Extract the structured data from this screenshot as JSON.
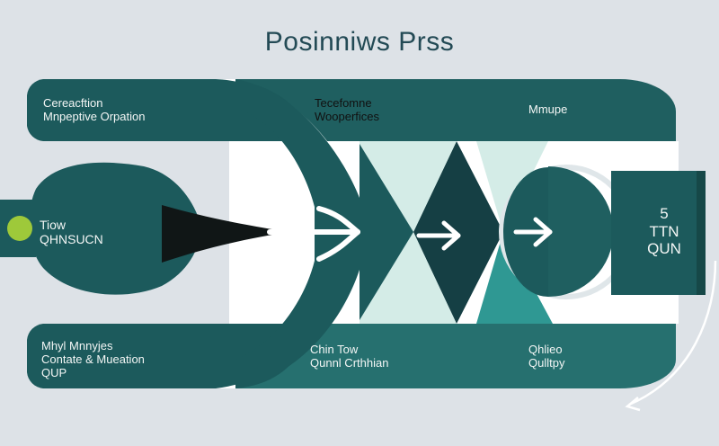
{
  "title": "Posinniws Prss",
  "colors": {
    "dark_teal": "#1c5a5c",
    "mid_teal": "#26706f",
    "accent_teal": "#2f9893",
    "pale_mint": "#d4ece7",
    "white": "#ffffff",
    "background": "#dde2e7",
    "lime": "#9ec93a"
  },
  "bands": {
    "top_left": {
      "line1": "Cereacftion",
      "line2": "Mnpeptive Orpation"
    },
    "top_center": {
      "line1": "Tecefomne",
      "line2": "Wooperfices"
    },
    "top_right": {
      "label": "Mmupe"
    },
    "bottom_left": {
      "line1": "Mhyl Mnnyjes",
      "line2": "Contate & Mueation",
      "line3": "QUP"
    },
    "bottom_center": {
      "line1": "Chin Tow",
      "line2": "Qunnl Crthhian"
    },
    "bottom_right": {
      "line1": "Qhlieo",
      "line2": "Qulltpy"
    }
  },
  "left_circle": {
    "line1": "Tiow",
    "line2": "QHNSUCN"
  },
  "right_box": {
    "line1": "5",
    "line2": "TTN",
    "line3": "QUN"
  }
}
